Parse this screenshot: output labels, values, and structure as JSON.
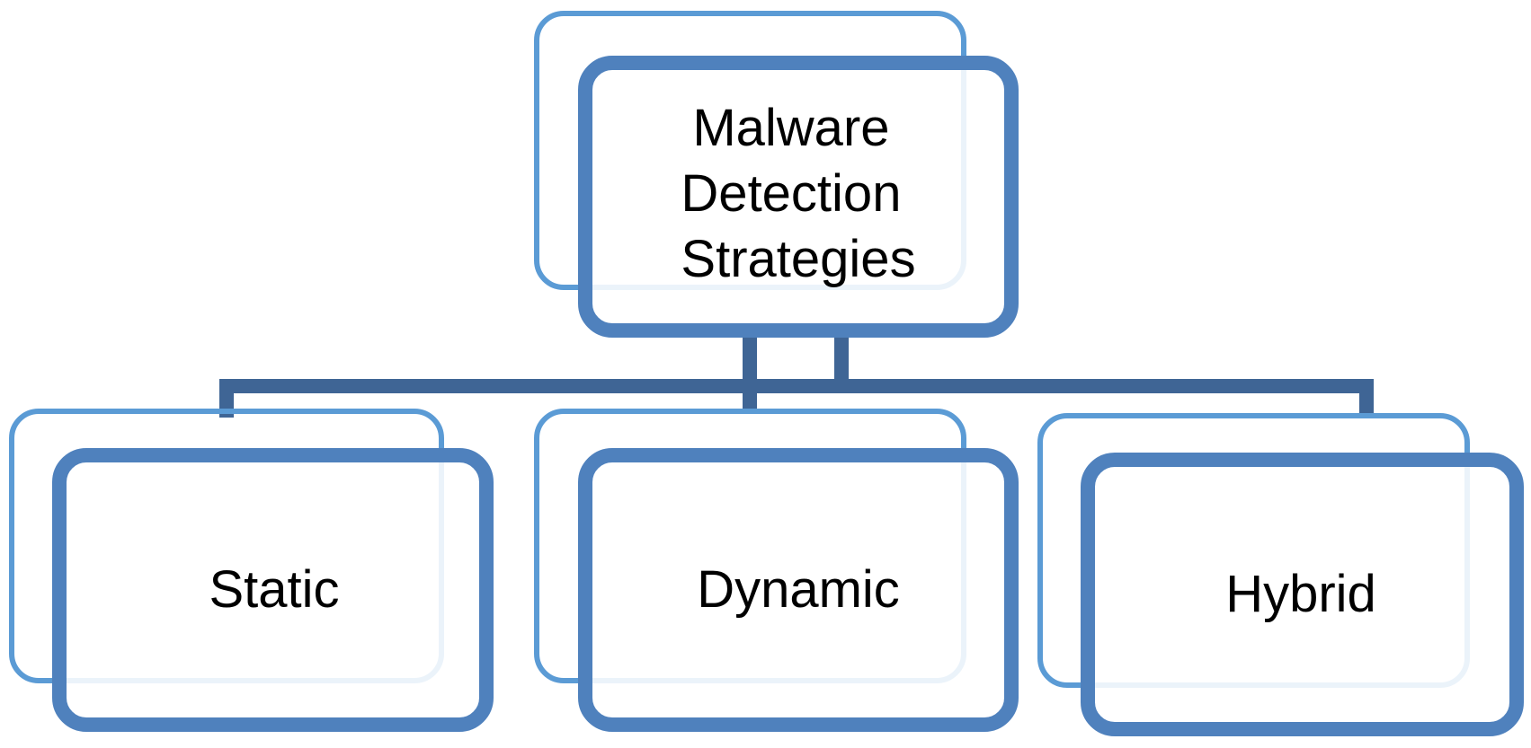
{
  "root": {
    "lines": [
      "Malware",
      "Detection",
      "Strategies"
    ]
  },
  "children": [
    {
      "label": "Static"
    },
    {
      "label": "Dynamic"
    },
    {
      "label": "Hybrid"
    }
  ],
  "colors": {
    "back_frame": "#5b9bd5",
    "front_frame": "#4f81bd",
    "connector": "#3f6595",
    "text": "#000000",
    "background": "#ffffff"
  }
}
